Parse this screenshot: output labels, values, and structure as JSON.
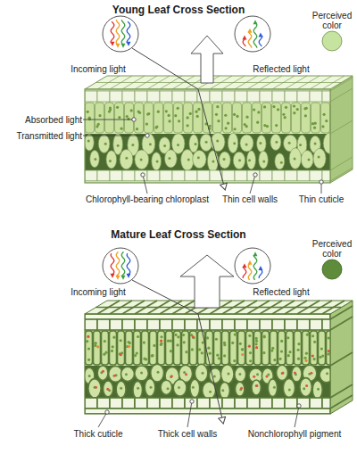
{
  "diagram": {
    "labels": [
      "Young Leaf Cross Section",
      "Incoming light",
      "Reflected light",
      "Perceived color",
      "Absorbed light",
      "Transmitted light",
      "Chlorophyll-bearing chloroplast",
      "Thin cell walls",
      "Thin cuticle",
      "Mature Leaf Cross Section",
      "Incoming light",
      "Reflected light",
      "Perceived color",
      "Thick cuticle",
      "Thick cell walls",
      "Nonchlorophyll pigment"
    ]
  }
}
